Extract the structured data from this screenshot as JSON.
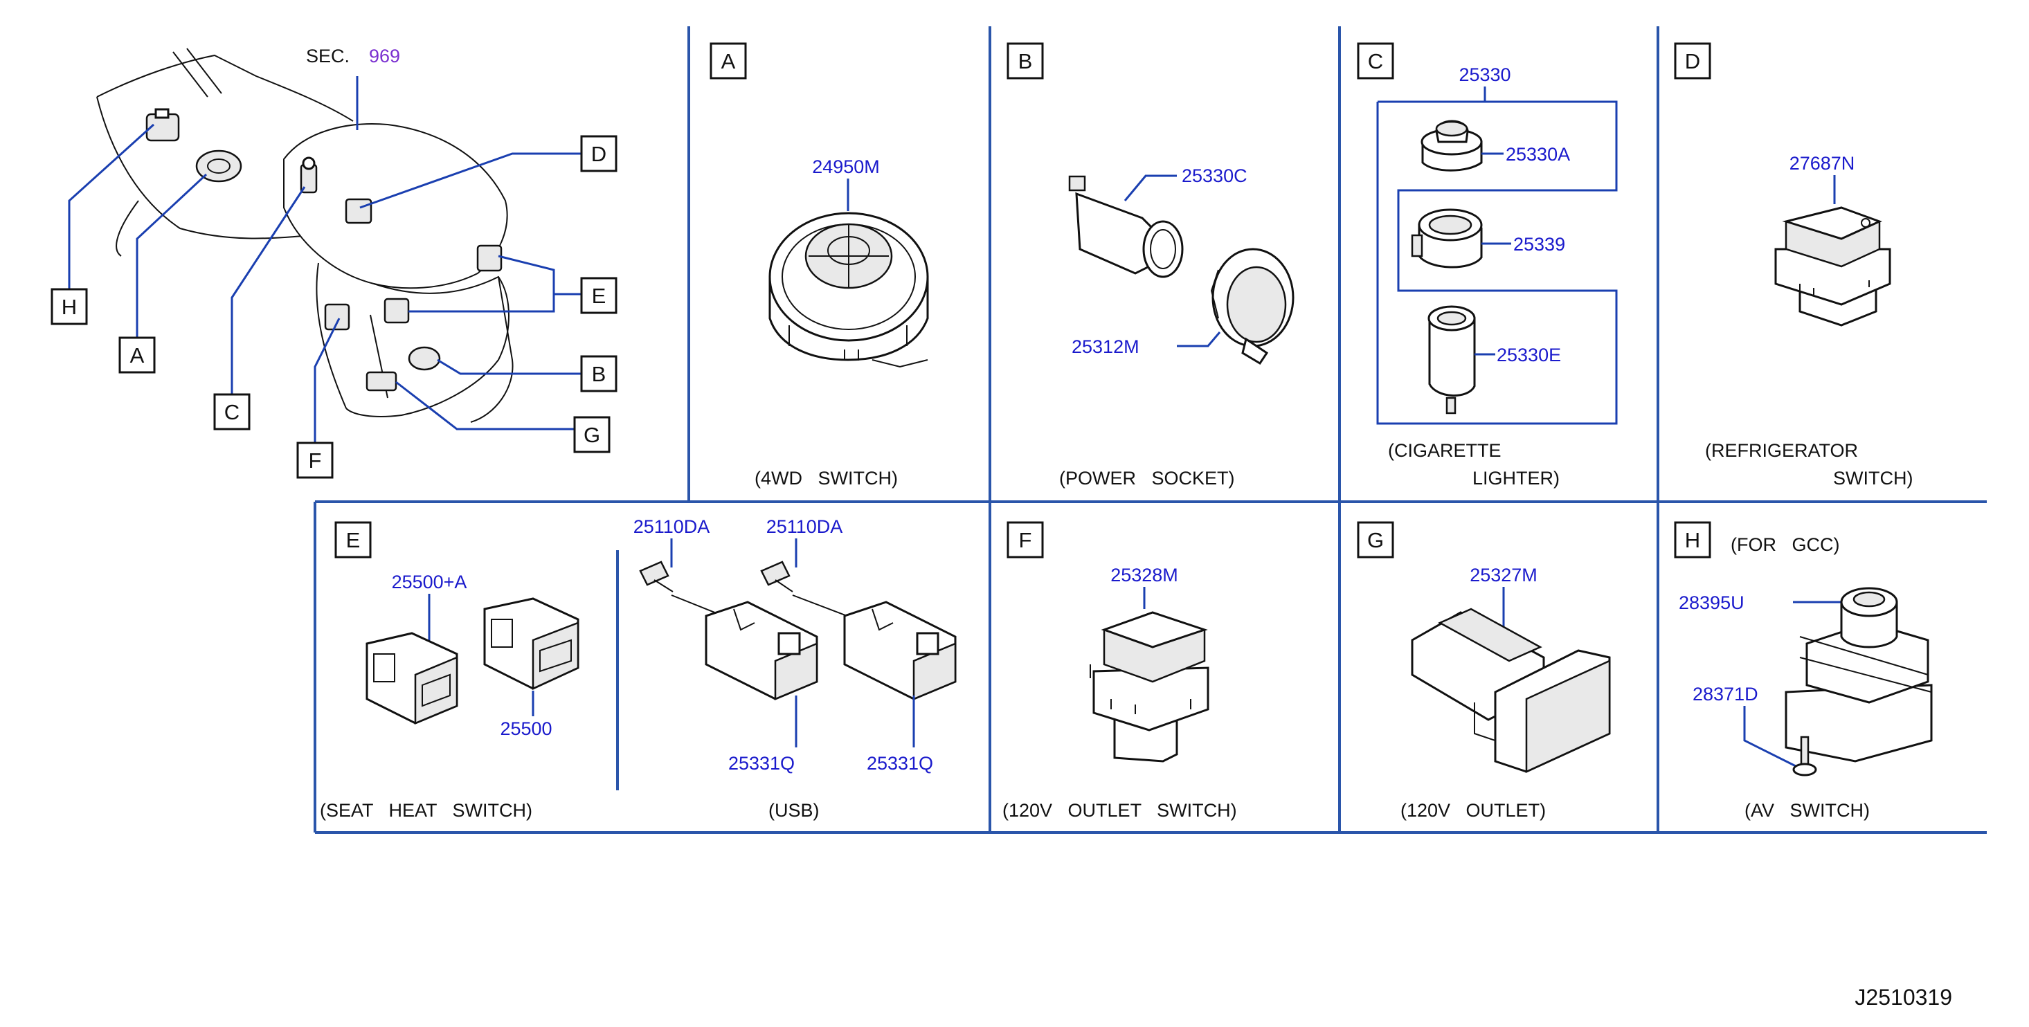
{
  "overview": {
    "sec_label": "SEC.",
    "sec_number": "969",
    "letters": [
      "D",
      "E",
      "H",
      "A",
      "B",
      "C",
      "G",
      "F"
    ]
  },
  "panels": {
    "a": {
      "letter": "A",
      "part": "24950M",
      "caption": "(4WD   SWITCH)"
    },
    "b": {
      "letter": "B",
      "parts": [
        "25330C",
        "25312M"
      ],
      "caption": "(POWER   SOCKET)"
    },
    "c": {
      "letter": "C",
      "parts": [
        "25330",
        "25330A",
        "25339",
        "25330E"
      ],
      "caption_line1": "(CIGARETTE",
      "caption_line2": "LIGHTER)"
    },
    "d": {
      "letter": "D",
      "part": "27687N",
      "caption_line1": "(REFRIGERATOR",
      "caption_line2": "SWITCH)"
    },
    "e": {
      "letter": "E",
      "parts": [
        "25500+A",
        "25500",
        "25110DA",
        "25110DA",
        "25331Q",
        "25331Q"
      ],
      "caption_seat": "(SEAT   HEAT   SWITCH)",
      "caption_usb": "(USB)"
    },
    "f": {
      "letter": "F",
      "part": "25328M",
      "caption": "(120V   OUTLET   SWITCH)"
    },
    "g": {
      "letter": "G",
      "part": "25327M",
      "caption": "(120V   OUTLET)"
    },
    "h": {
      "letter": "H",
      "note": "(FOR   GCC)",
      "parts": [
        "28395U",
        "28371D"
      ],
      "caption": "(AV   SWITCH)"
    }
  },
  "diagram_id": "J2510319"
}
